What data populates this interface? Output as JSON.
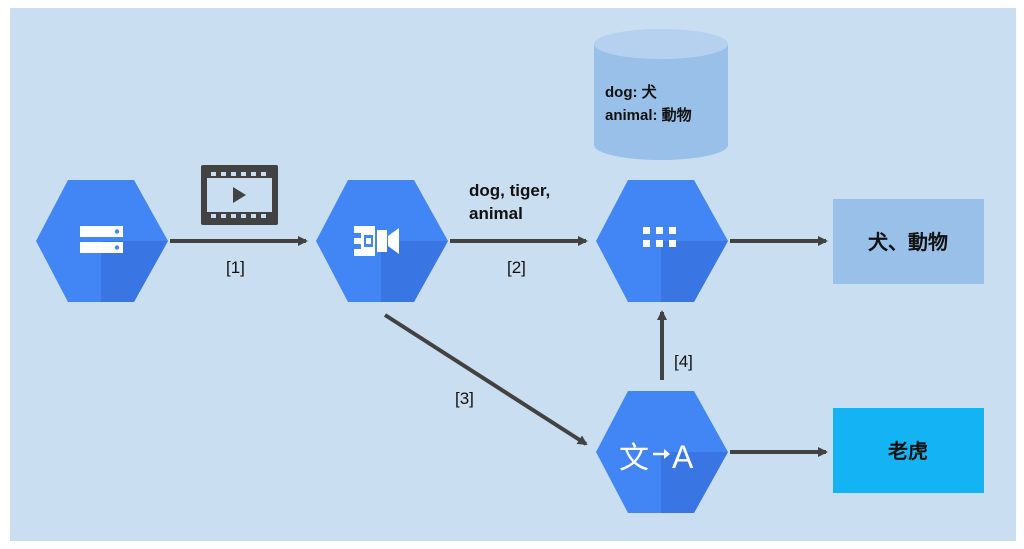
{
  "diagram": {
    "colors": {
      "background": "#c9def0",
      "hexagon": "#4285f4",
      "hexagon_shadow": "#3367d6",
      "arrow": "#424242",
      "box_light": "#98c0e8",
      "box_bright": "#14b4f4",
      "database": "#98c0e8"
    },
    "nodes": {
      "storage": {
        "icon": "storage-icon"
      },
      "video_intelligence": {
        "icon": "video-intelligence-icon"
      },
      "datastore": {
        "icon": "apps-grid-icon"
      },
      "translate": {
        "icon": "translate-icon",
        "icon_text": "文",
        "icon_text_b": "A"
      }
    },
    "media": {
      "icon": "video-film-icon"
    },
    "database": {
      "line1": "dog: 犬",
      "line2": "animal: 動物"
    },
    "labels_out": {
      "line1": "dog, tiger,",
      "line2": "animal"
    },
    "edges": {
      "e1": "[1]",
      "e2": "[2]",
      "e3": "[3]",
      "e4": "[4]"
    },
    "outputs": {
      "dictionary_result": "犬、動物",
      "translated_result": "老虎"
    }
  }
}
